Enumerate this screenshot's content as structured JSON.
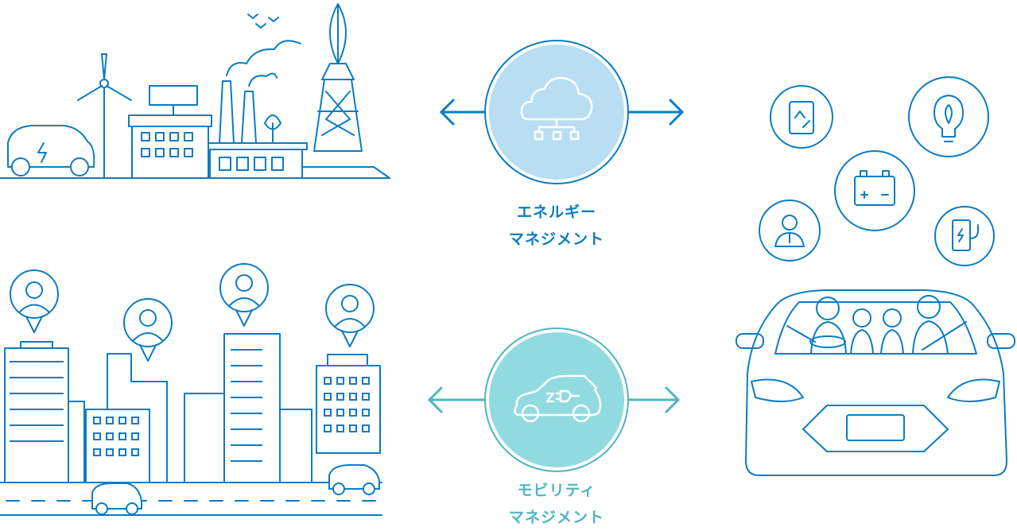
{
  "hubs": {
    "energy": {
      "label_line1": "エネルギー",
      "label_line2": "マネジメント",
      "icon": "cloud-network-icon",
      "color": "#0a7cc4",
      "fill": "#b9def3"
    },
    "mobility": {
      "label_line1": "モビリティ",
      "label_line2": "マネジメント",
      "icon": "ev-plug-car-icon",
      "color": "#4db6c1",
      "fill": "#91dbe0"
    }
  },
  "icons": [
    "battery-recycle-icon",
    "leaf-bulb-icon",
    "battery-icon",
    "person-icon",
    "charging-station-icon"
  ]
}
